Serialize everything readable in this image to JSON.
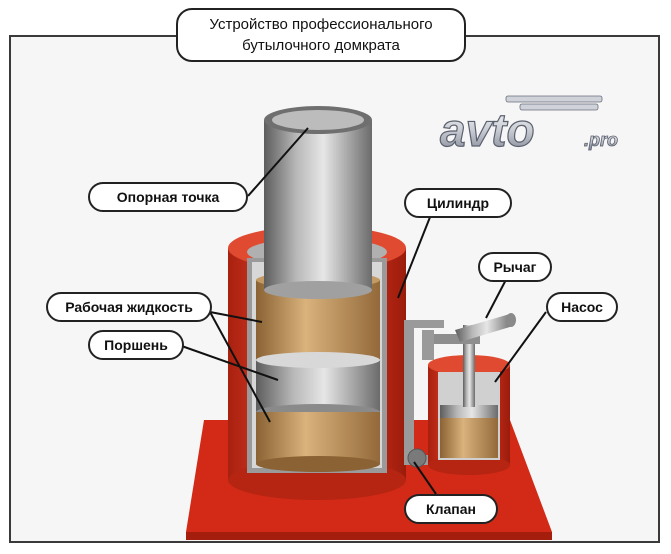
{
  "title": {
    "line1": "Устройство профессионального",
    "line2": "бутылочного домкрата"
  },
  "labels": {
    "support_point": "Опорная точка",
    "cylinder": "Цилиндр",
    "lever": "Рычаг",
    "pump": "Насос",
    "working_fluid": "Рабочая жидкость",
    "piston": "Поршень",
    "valve": "Клапан"
  },
  "logo": {
    "text": "avto",
    "suffix": ".pro"
  },
  "colors": {
    "body_red": "#d8301c",
    "steel_gray": "#8a8a8a",
    "fluid_brown": "#b58a55"
  }
}
